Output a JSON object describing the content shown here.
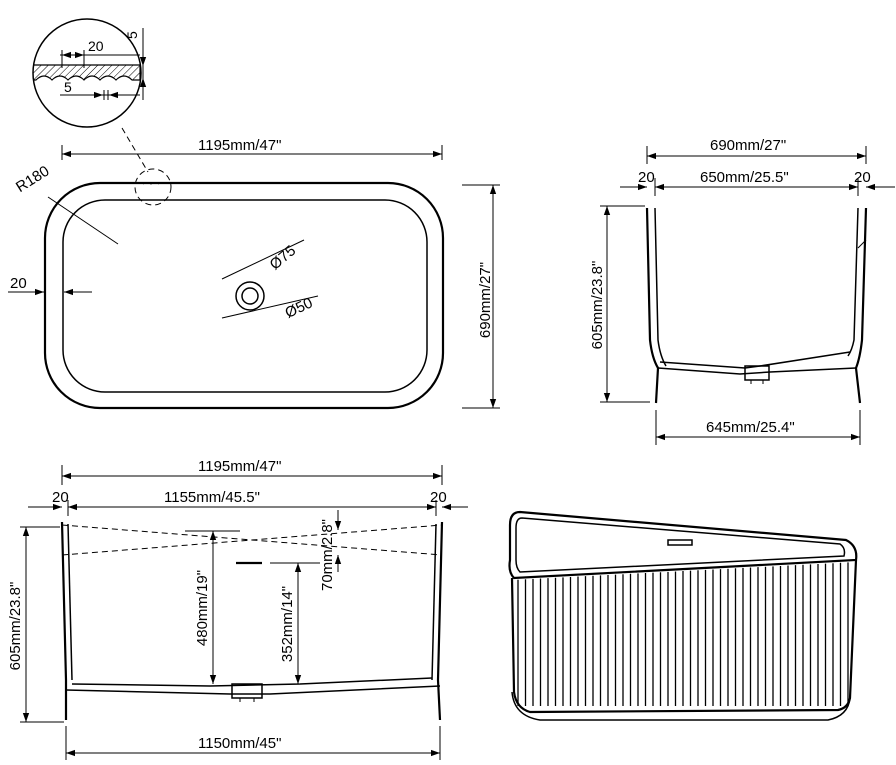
{
  "detail": {
    "dim_width": "20",
    "dim_depth": "5",
    "dim_spacing": "5"
  },
  "top_view": {
    "length": "1195mm/47\"",
    "width": "690mm/27\"",
    "radius": "R180",
    "rim": "20",
    "outer_diameter": "Ø75",
    "inner_diameter": "Ø50"
  },
  "side_view": {
    "outer_width": "690mm/27\"",
    "inner_width": "650mm/25.5\"",
    "rim_left": "20",
    "rim_right": "20",
    "height": "605mm/23.8\"",
    "base_width": "645mm/25.4\""
  },
  "front_view": {
    "outer_length": "1195mm/47\"",
    "inner_length": "1155mm/45.5\"",
    "rim_left": "20",
    "rim_right": "20",
    "height": "605mm/23.8\"",
    "water_depth": "480mm/19\"",
    "overflow_height": "352mm/14\"",
    "slope": "70mm/2.8\"",
    "base_length": "1150mm/45\""
  }
}
